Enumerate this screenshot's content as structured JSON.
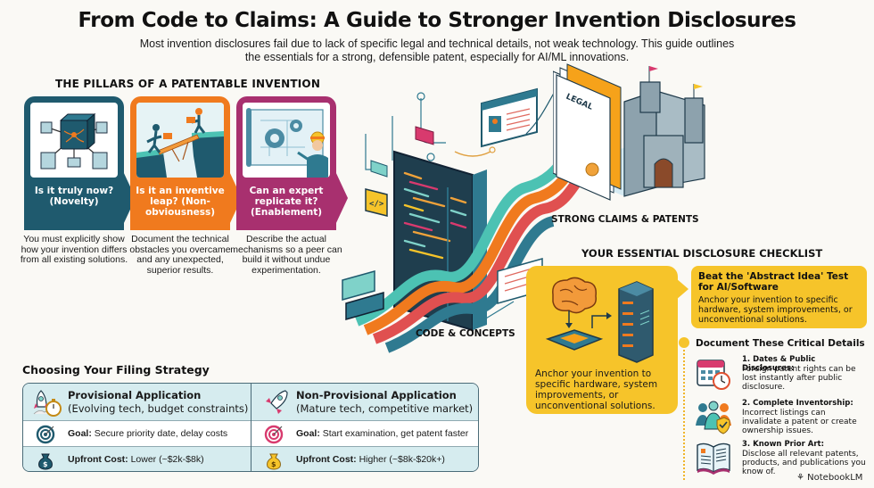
{
  "header": {
    "title": "From Code to Claims: A Guide to Stronger Invention Disclosures",
    "subtitle": "Most invention disclosures fail due to lack of specific legal and technical details, not weak technology. This guide outlines the essentials for a strong, defensible patent, especially for AI/ML innovations."
  },
  "pillars": {
    "heading": "THE PILLARS OF A PATENTABLE INVENTION",
    "items": [
      {
        "question": "Is it truly now? (Novelty)",
        "description": "You must explicitly show how your invention differs from all existing solutions.",
        "color": "#1f5a6e",
        "icon": "network-cubes-icon"
      },
      {
        "question": "Is it an inventive leap? (Non-obviousness)",
        "description": "Document the technical obstacles you overcame and any unexpected, superior results.",
        "color": "#f07a1e",
        "icon": "bridge-leap-icon"
      },
      {
        "question": "Can an expert replicate it? (Enablement)",
        "description": "Describe the actual mechanisms so a peer can build it without undue experimentation.",
        "color": "#a8306f",
        "icon": "blueprint-engineer-icon"
      }
    ]
  },
  "center": {
    "label_top": "STRONG CLAIMS & PATENTS",
    "label_bottom": "CODE & CONCEPTS",
    "legal_doc_label": "LEGAL"
  },
  "filing": {
    "heading": "Choosing Your Filing Strategy",
    "options": [
      {
        "title": "Provisional Application",
        "subtitle": "(Evolving tech, budget constraints)",
        "goal_label": "Goal:",
        "goal": "Secure priority date, delay costs",
        "cost_label": "Upfront Cost:",
        "cost": "Lower (~$2k-$8k)",
        "icon": "rocket-stopwatch-icon"
      },
      {
        "title": "Non-Provisional Application",
        "subtitle": "(Mature tech, competitive market)",
        "goal_label": "Goal:",
        "goal": "Start examination, get patent faster",
        "cost_label": "Upfront Cost:",
        "cost": "Higher (~$8k-$20k+)",
        "icon": "rocket-launch-icon"
      }
    ]
  },
  "checklist": {
    "heading": "YOUR ESSENTIAL DISCLOSURE CHECKLIST",
    "left_card_text": "Anchor your invention to specific hardware, system improvements, or unconventional solutions.",
    "abstract_title": "Beat the 'Abstract Idea' Test for AI/Software",
    "abstract_text": "Anchor your invention to specific hardware, system improvements, or unconventional solutions.",
    "details_heading": "Document These Critical Details",
    "details": [
      {
        "title": "1. Dates & Public Disclosures:",
        "text": "Foreign patent rights can be lost instantly after public disclosure.",
        "icon": "calendar-clock-icon"
      },
      {
        "title": "2. Complete Inventorship:",
        "text": "Incorrect listings can invalidate a patent or create ownership issues.",
        "icon": "people-shield-icon"
      },
      {
        "title": "3. Known Prior Art:",
        "text": "Disclose all relevant patents, products, and publications you know of.",
        "icon": "open-book-icon"
      }
    ]
  },
  "brand": "NotebookLM",
  "colors": {
    "teal": "#1f5a6e",
    "orange": "#f07a1e",
    "magenta": "#a8306f",
    "yellow": "#f6c42a",
    "light_blue": "#d6ecef"
  }
}
